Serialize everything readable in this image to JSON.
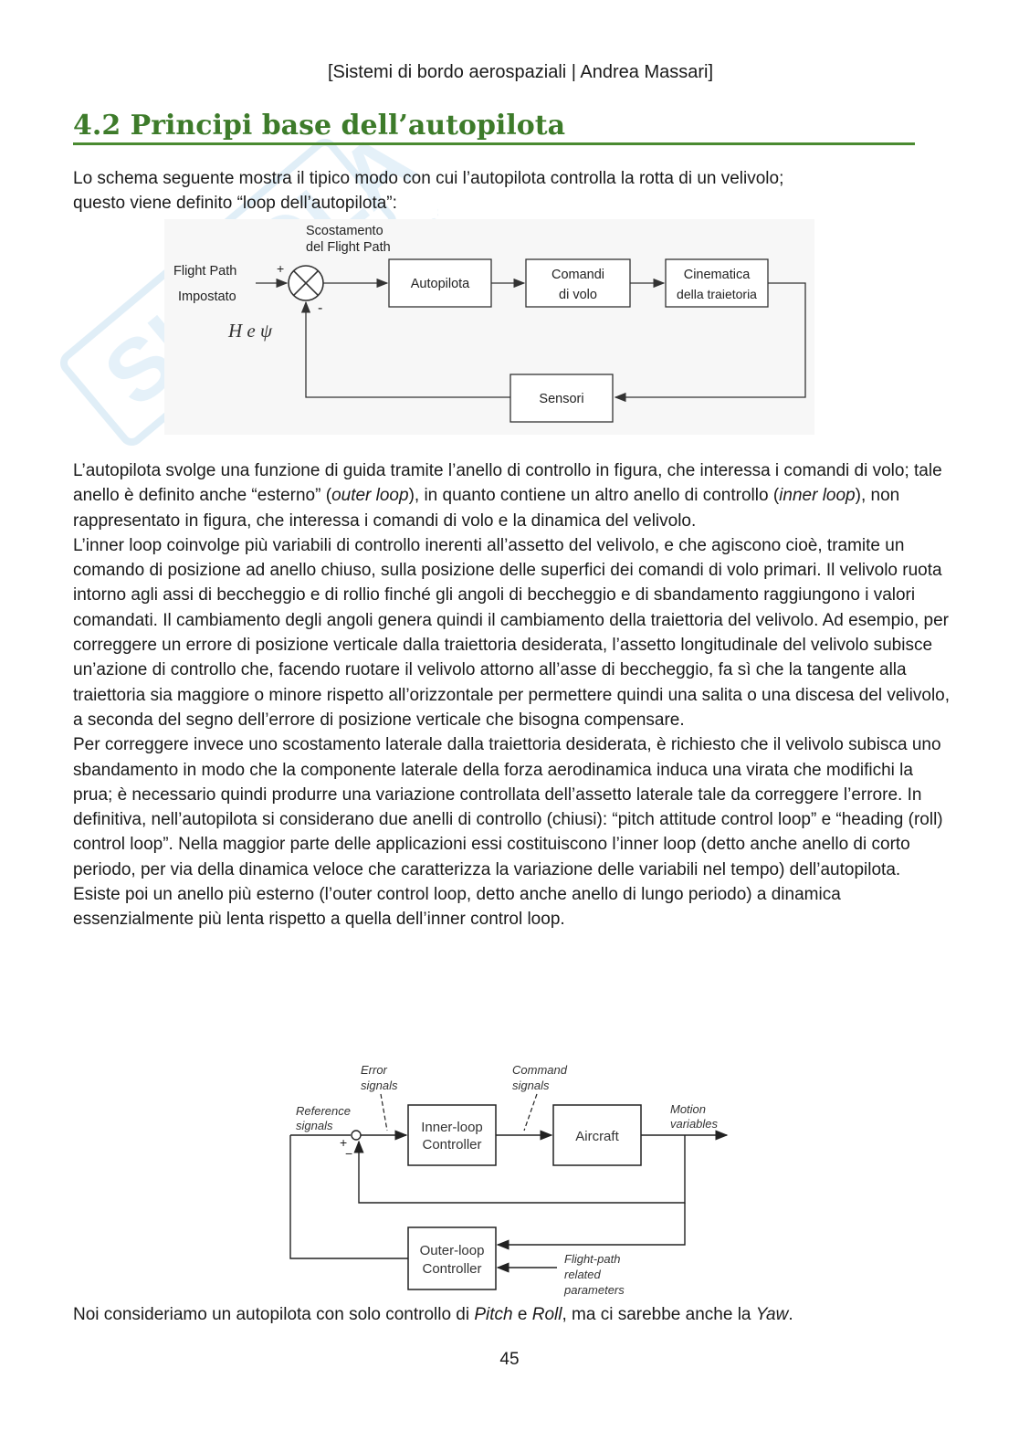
{
  "header": {
    "text": "[Sistemi di bordo aerospaziali | Andrea Massari]"
  },
  "section": {
    "title": "4.2 Principi base dell’autopilota"
  },
  "intro": {
    "line1": "Lo schema seguente mostra il tipico modo con cui l’autopilota controlla la rotta di un velivolo;",
    "line2": "questo viene definito “loop dell’autopilota”:"
  },
  "figure1": {
    "scostamento_1": "Scostamento",
    "scostamento_2": "del Flight Path",
    "input_1": "Flight Path",
    "input_2": "Impostato",
    "plus": "+",
    "minus": "-",
    "variables": "H e ψ",
    "box_autopilota": "Autopilota",
    "box_comandi_1": "Comandi",
    "box_comandi_2": "di volo",
    "box_cinematica_1": "Cinematica",
    "box_cinematica_2": "della traietoria",
    "box_sensori": "Sensori"
  },
  "body": {
    "p1_a": "L’autopilota svolge una funzione di guida tramite l’anello di controllo in figura, che interessa i comandi di volo; tale anello è definito anche “esterno” (",
    "p1_outer": "outer loop",
    "p1_b": "), in quanto contiene un altro anello di controllo (",
    "p1_inner": "inner loop",
    "p1_c": "), non rappresentato in figura, che interessa i comandi di volo e la dinamica del velivolo.",
    "p2": "L’inner loop coinvolge più variabili di controllo inerenti all’assetto del velivolo, e che agiscono cioè, tramite un comando di posizione ad anello chiuso, sulla posizione delle superfici dei comandi di volo primari. Il velivolo ruota intorno agli assi di beccheggio e di rollio finché gli angoli di beccheggio e di sbandamento raggiungono i valori comandati. Il cambiamento degli angoli genera quindi il cambiamento della traiettoria del velivolo. Ad esempio, per correggere un errore di posizione verticale dalla traiettoria desiderata, l’assetto longitudinale del velivolo subisce un’azione di controllo che, facendo ruotare il velivolo attorno all’asse di beccheggio, fa sì che la tangente alla traiettoria sia maggiore o minore rispetto all’orizzontale per permettere quindi una salita o una discesa del velivolo, a seconda del segno dell’errore di posizione verticale che bisogna compensare.",
    "p3": "Per correggere invece uno scostamento laterale dalla traiettoria desiderata, è richiesto che il velivolo subisca uno sbandamento in modo che la componente laterale della forza aerodinamica induca una virata che modifichi la prua; è necessario quindi produrre una variazione controllata dell’assetto laterale tale da correggere l’errore. In definitiva, nell’autopilota si considerano due anelli di controllo (chiusi): “pitch attitude control loop” e “heading (roll) control loop”. Nella maggior parte delle applicazioni essi costituiscono l’inner loop (detto anche anello di corto periodo, per via della dinamica veloce che caratterizza la variazione delle variabili nel tempo) dell’autopilota.",
    "p4": "Esiste poi un anello più esterno (l’outer control loop, detto anche anello di lungo periodo) a dinamica essenzialmente più lenta rispetto a quella dell’inner control loop."
  },
  "figure2": {
    "error_1": "Error",
    "error_2": "signals",
    "command_1": "Command",
    "command_2": "signals",
    "reference_1": "Reference",
    "reference_2": "signals",
    "plus": "+",
    "minus": "−",
    "inner_1": "Inner-loop",
    "inner_2": "Controller",
    "aircraft": "Aircraft",
    "motion_1": "Motion",
    "motion_2": "variables",
    "outer_1": "Outer-loop",
    "outer_2": "Controller",
    "fp_1": "Flight-path",
    "fp_2": "related",
    "fp_3": "parameters"
  },
  "closing": {
    "a": "Noi consideriamo un autopilota con solo controllo di ",
    "pitch": "Pitch",
    "b": " e ",
    "roll": "Roll",
    "c": ", ma ci sarebbe anche la ",
    "yaw": "Yaw",
    "d": "."
  },
  "page_number": "45",
  "colors": {
    "title_green": "#3d7b2a",
    "watermark_blue": "#bcd9ef"
  }
}
